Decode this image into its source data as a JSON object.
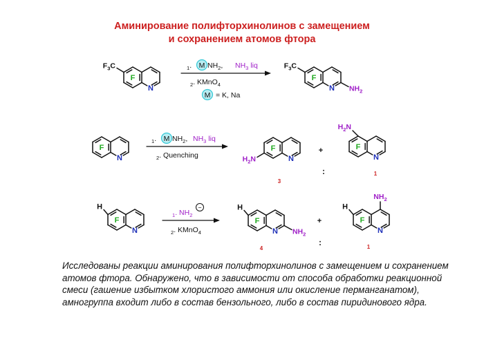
{
  "title": {
    "line1": "Аминирование полифторхинолинов с замещением",
    "line2": "и сохранением атомов фтора"
  },
  "colors": {
    "title": "#cc1f1f",
    "fluorine": "#22aa22",
    "nitrogen": "#1d2fb8",
    "amine": "#a020c8",
    "number": "#cc1f1f",
    "metal_highlight": "#33c8d6",
    "ink": "#111111"
  },
  "labels": {
    "cf3": "F3C",
    "f": "F",
    "n": "N",
    "nh2": "NH2",
    "h2n": "H2N",
    "h": "H",
    "plus": "+",
    "ratio": ":"
  },
  "reaction1": {
    "step1_prefix": "1.",
    "metal": "M",
    "step1_reagent": "NH2,",
    "step1_solvent": "NH3 liq",
    "step2": "2. KMnO4",
    "metal_note": "= K, Na"
  },
  "reaction2": {
    "step1_prefix": "1.",
    "metal": "M",
    "step1_reagent": "NH2,",
    "step1_solvent": "NH3 liq",
    "step2": "2. Quenching",
    "product_a_number": "3",
    "product_b_number": "1"
  },
  "reaction3": {
    "step1": "1. NH2",
    "charge": "−",
    "step2": "2. KMnO4",
    "product_a_number": "4",
    "product_b_number": "1"
  },
  "caption": "Исследованы реакции аминирования полифторхинолинов с замещением и сохранением атомов фтора. Обнаружено, что в зависимости от способа обработки реакционной смеси (гашение избытком хлористого аммония или окисление перманганатом), амногруппа входит либо в состав бензольного, либо в состав пиридинового ядра."
}
